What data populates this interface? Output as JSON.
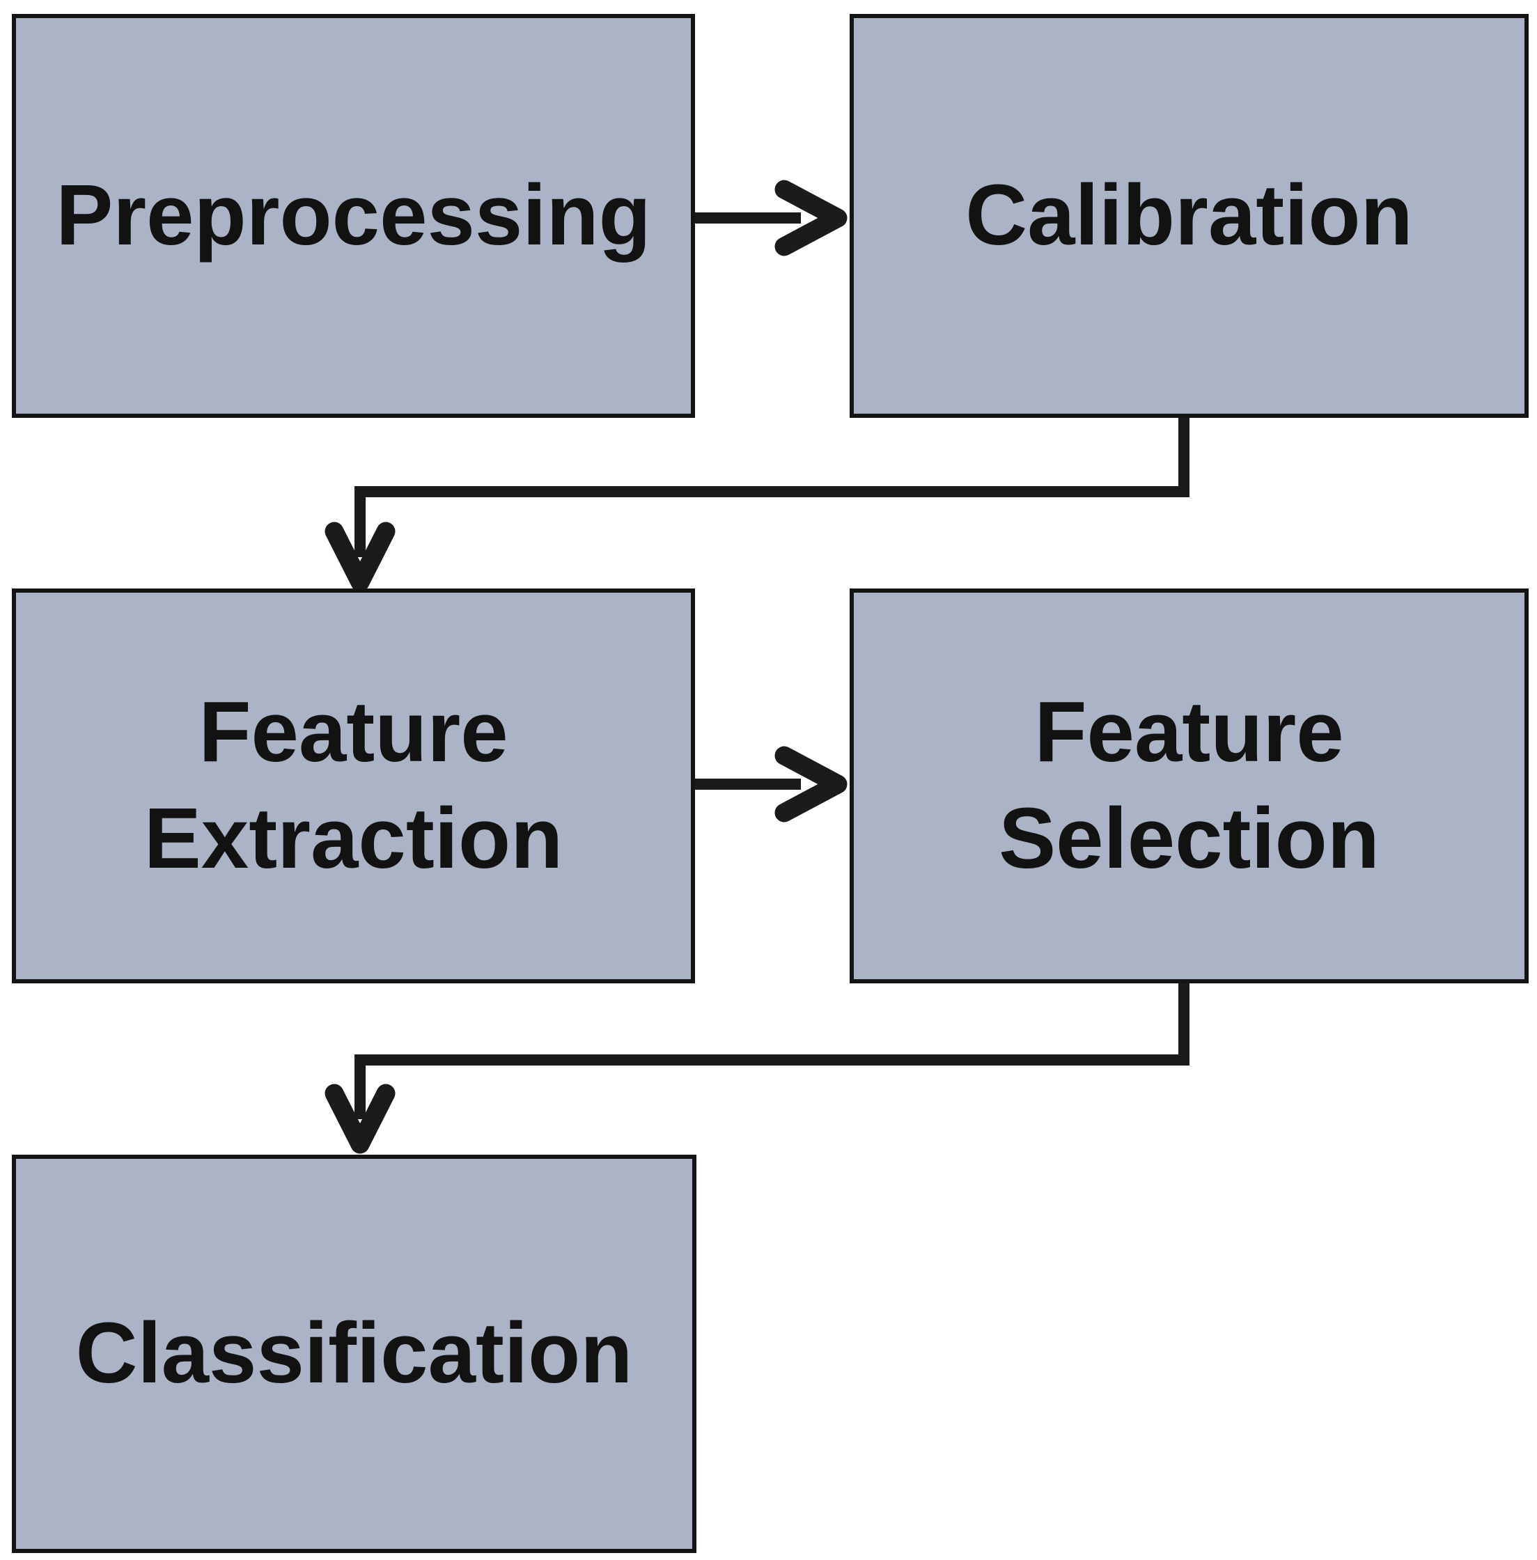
{
  "diagram": {
    "title": "",
    "background_color": "#ffffff",
    "node_fill_color": "#abb4c7",
    "node_border_color": "#141414",
    "text_color": "#121212",
    "connector_color": "#1b1b1b",
    "nodes": [
      {
        "id": "preprocessing",
        "label": "Preprocessing"
      },
      {
        "id": "calibration",
        "label": "Calibration"
      },
      {
        "id": "feature-extraction",
        "label": "Feature Extraction"
      },
      {
        "id": "feature-selection",
        "label": "Feature Selection"
      },
      {
        "id": "classification",
        "label": "Classification"
      }
    ],
    "edges": [
      {
        "from": "preprocessing",
        "to": "calibration",
        "shape": "straight-right-arrow"
      },
      {
        "from": "calibration",
        "to": "feature-extraction",
        "shape": "elbow-down-left-down-arrow"
      },
      {
        "from": "feature-extraction",
        "to": "feature-selection",
        "shape": "straight-right-arrow"
      },
      {
        "from": "feature-selection",
        "to": "classification",
        "shape": "elbow-down-left-down-arrow"
      }
    ]
  }
}
